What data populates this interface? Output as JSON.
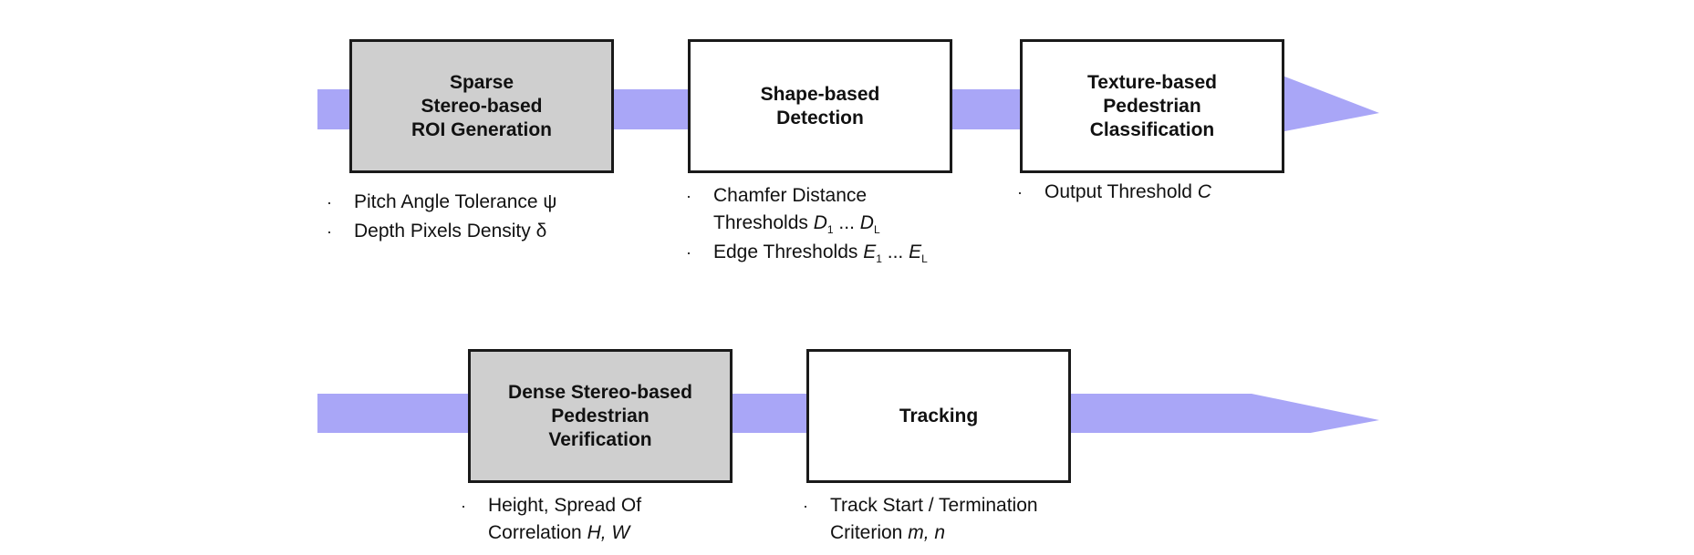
{
  "colors": {
    "flow": "#a9a6f7",
    "gray_box": "#cfcfcf",
    "white_box": "#ffffff",
    "border": "#1a1a1a"
  },
  "row1": {
    "boxes": [
      {
        "lines": [
          "Sparse",
          "Stereo-based",
          "ROI Generation"
        ],
        "fill": "gray"
      },
      {
        "lines": [
          "Shape-based",
          "Detection"
        ],
        "fill": "white"
      },
      {
        "lines": [
          "Texture-based",
          "Pedestrian",
          "Classification"
        ],
        "fill": "white"
      }
    ],
    "params": {
      "roi": [
        {
          "text": "Pitch Angle Tolerance ",
          "sym": "ψ"
        },
        {
          "text": "Depth Pixels Density ",
          "sym": "δ"
        }
      ],
      "shape": [
        {
          "line1": "Chamfer Distance",
          "line2": "Thresholds ",
          "v1": "D",
          "s1": "1",
          "mid": " ... ",
          "v2": "D",
          "s2": "L"
        },
        {
          "line1": "Edge Thresholds ",
          "v1": "E",
          "s1": "1",
          "mid": " ... ",
          "v2": "E",
          "s2": "L"
        }
      ],
      "texture": [
        {
          "text": "Output Threshold ",
          "var": "C"
        }
      ]
    }
  },
  "row2": {
    "boxes": [
      {
        "lines": [
          "Dense Stereo-based",
          "Pedestrian",
          "Verification"
        ],
        "fill": "gray"
      },
      {
        "lines": [
          "Tracking"
        ],
        "fill": "white"
      }
    ],
    "params": {
      "dense": [
        {
          "line1": "Height, Spread Of",
          "line2": "Correlation ",
          "vars": "H, W"
        }
      ],
      "tracking": [
        {
          "line1": "Track Start / Termination",
          "line2": "Criterion ",
          "vars": "m, n"
        }
      ]
    }
  },
  "bullet": "·"
}
